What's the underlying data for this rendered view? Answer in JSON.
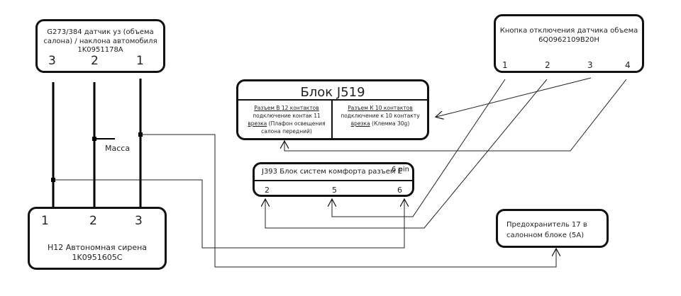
{
  "sensor": {
    "title": "G273/384 датчик уз (объема\nсалона) / наклона автомобиля\n1K0951178A",
    "pins": [
      "3",
      "2",
      "1"
    ]
  },
  "siren": {
    "title": "H12 Автономная сирена\n1K0951605C",
    "pins": [
      "1",
      "2",
      "3"
    ]
  },
  "ground_label": "Масса",
  "button": {
    "title": "Кнопка отключения датчика объема\n6Q0962109B20H",
    "pins": [
      "1",
      "2",
      "3",
      "4"
    ]
  },
  "j519": {
    "title": "Блок J519",
    "left": {
      "line1": "Разъем B 12 контактов",
      "line2": "подключение контак 11",
      "line3_u": "врезка",
      "line3_rest": " (Плафон освещения",
      "line4": "салона передний)"
    },
    "right": {
      "line1": "Разъем К 10 контактов",
      "line2": "подключение к 10 контакту",
      "line3_u": "врезка",
      "line3_rest": " (Клемма 30g)"
    }
  },
  "j393": {
    "title": "J393 Блок систем комфорта разъем E",
    "pin_count": "6 pin",
    "pins": [
      "2",
      "5",
      "6"
    ]
  },
  "fuse": {
    "title": "Предохранитель 17 в\nсалонном блоке (5А)"
  }
}
